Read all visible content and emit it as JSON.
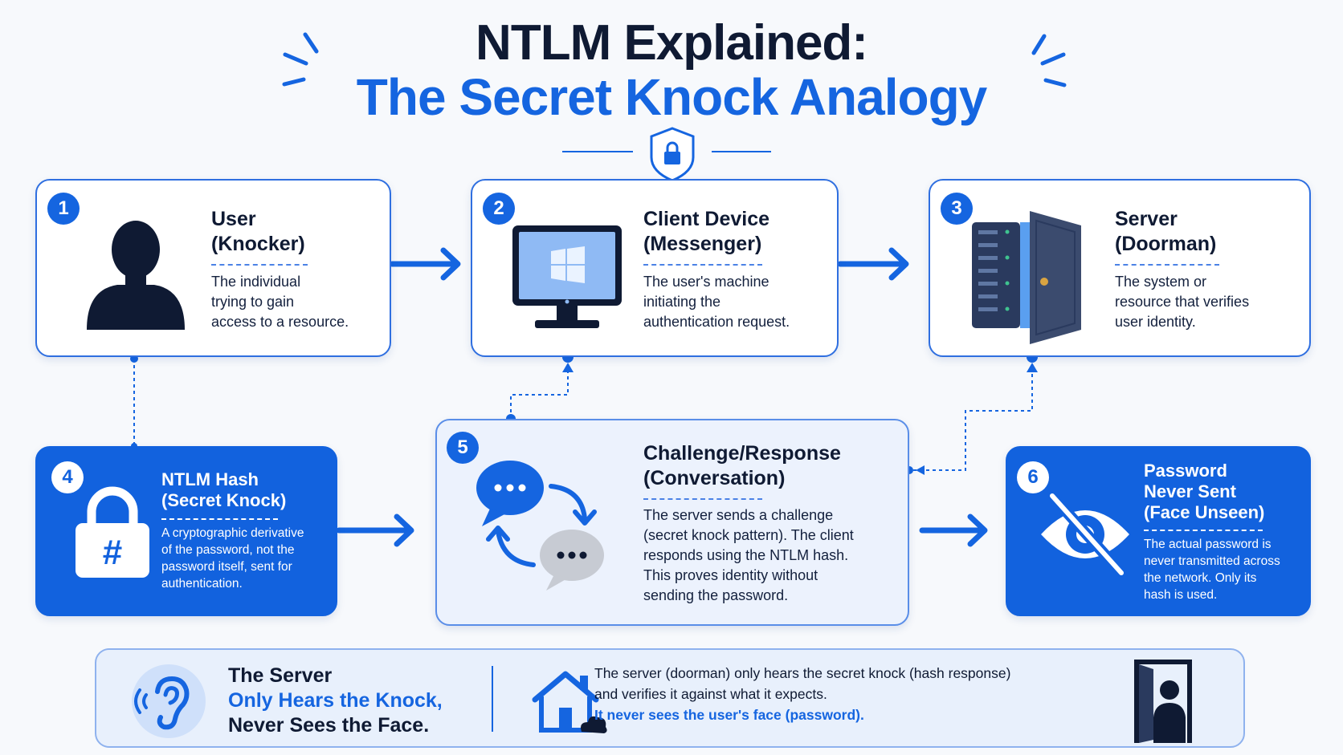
{
  "header": {
    "title_line1": "NTLM Explained:",
    "title_line2": "The Secret Knock Analogy"
  },
  "cards": [
    {
      "number": "1",
      "title_line1": "User",
      "title_line2": "(Knocker)",
      "description": [
        "The individual",
        "trying to gain",
        "access to a resource."
      ],
      "icon": "person-silhouette-icon"
    },
    {
      "number": "2",
      "title_line1": "Client Device",
      "title_line2": "(Messenger)",
      "description": [
        "The user's machine",
        "initiating the",
        "authentication request."
      ],
      "icon": "monitor-windows-icon"
    },
    {
      "number": "3",
      "title_line1": "Server",
      "title_line2": "(Doorman)",
      "description": [
        "The system or",
        "resource that verifies",
        "user identity."
      ],
      "icon": "server-door-icon"
    },
    {
      "number": "4",
      "title_line1": "NTLM Hash",
      "title_line2": "(Secret Knock)",
      "description": [
        "A cryptographic derivative",
        "of the password, not the",
        "password itself, sent for",
        "authentication."
      ],
      "icon": "padlock-hash-icon"
    },
    {
      "number": "5",
      "title_line1": "Challenge/Response",
      "title_line2": "(Conversation)",
      "description": [
        "The server sends a challenge",
        "(secret knock pattern). The client",
        "responds using the NTLM hash.",
        "This proves identity without",
        "sending the password."
      ],
      "icon": "chat-exchange-icon"
    },
    {
      "number": "6",
      "title_line1": "Password",
      "title_line2": "Never Sent",
      "title_line3": "(Face Unseen)",
      "description": [
        "The actual password is",
        "never transmitted across",
        "the network. Only its",
        "hash is used."
      ],
      "icon": "eye-slash-icon"
    }
  ],
  "footer": {
    "left_line1": "The Server",
    "left_line2": "Only Hears the Knock,",
    "left_line3": "Never Sees the Face.",
    "right_line1": "The server (doorman) only hears the secret knock (hash response)",
    "right_line2": "and verifies it against what it expects.",
    "right_line3": "It never sees the user's face (password)."
  },
  "colors": {
    "accent": "#1565e0",
    "navy": "#0f1a33",
    "card_blue": "#1262de",
    "light_panel": "#ecf2fd"
  }
}
